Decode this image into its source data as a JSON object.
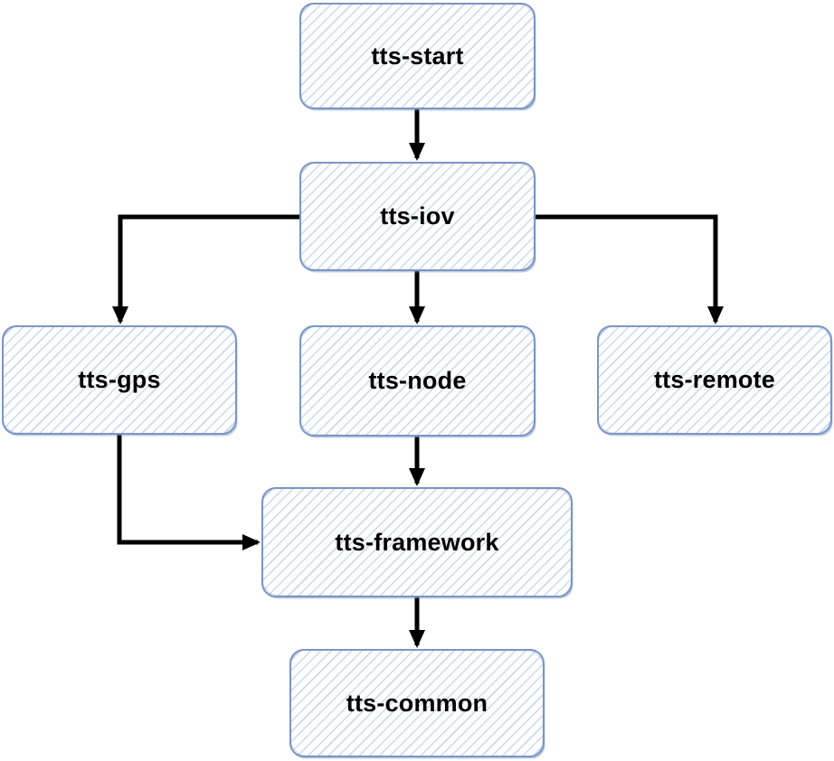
{
  "diagram": {
    "type": "flowchart",
    "style": "hand-drawn-sketch",
    "nodes": [
      {
        "id": "tts-start",
        "label": "tts-start"
      },
      {
        "id": "tts-iov",
        "label": "tts-iov"
      },
      {
        "id": "tts-gps",
        "label": "tts-gps"
      },
      {
        "id": "tts-node",
        "label": "tts-node"
      },
      {
        "id": "tts-remote",
        "label": "tts-remote"
      },
      {
        "id": "tts-framework",
        "label": "tts-framework"
      },
      {
        "id": "tts-common",
        "label": "tts-common"
      }
    ],
    "edges": [
      {
        "from": "tts-start",
        "to": "tts-iov"
      },
      {
        "from": "tts-iov",
        "to": "tts-gps"
      },
      {
        "from": "tts-iov",
        "to": "tts-node"
      },
      {
        "from": "tts-iov",
        "to": "tts-remote"
      },
      {
        "from": "tts-gps",
        "to": "tts-framework"
      },
      {
        "from": "tts-node",
        "to": "tts-framework"
      },
      {
        "from": "tts-framework",
        "to": "tts-common"
      }
    ],
    "colors": {
      "node_border": "#7b96c5",
      "node_hatch": "#ccd9ec",
      "node_fill": "#ffffff",
      "arrow": "#000000",
      "text": "#000000"
    }
  }
}
